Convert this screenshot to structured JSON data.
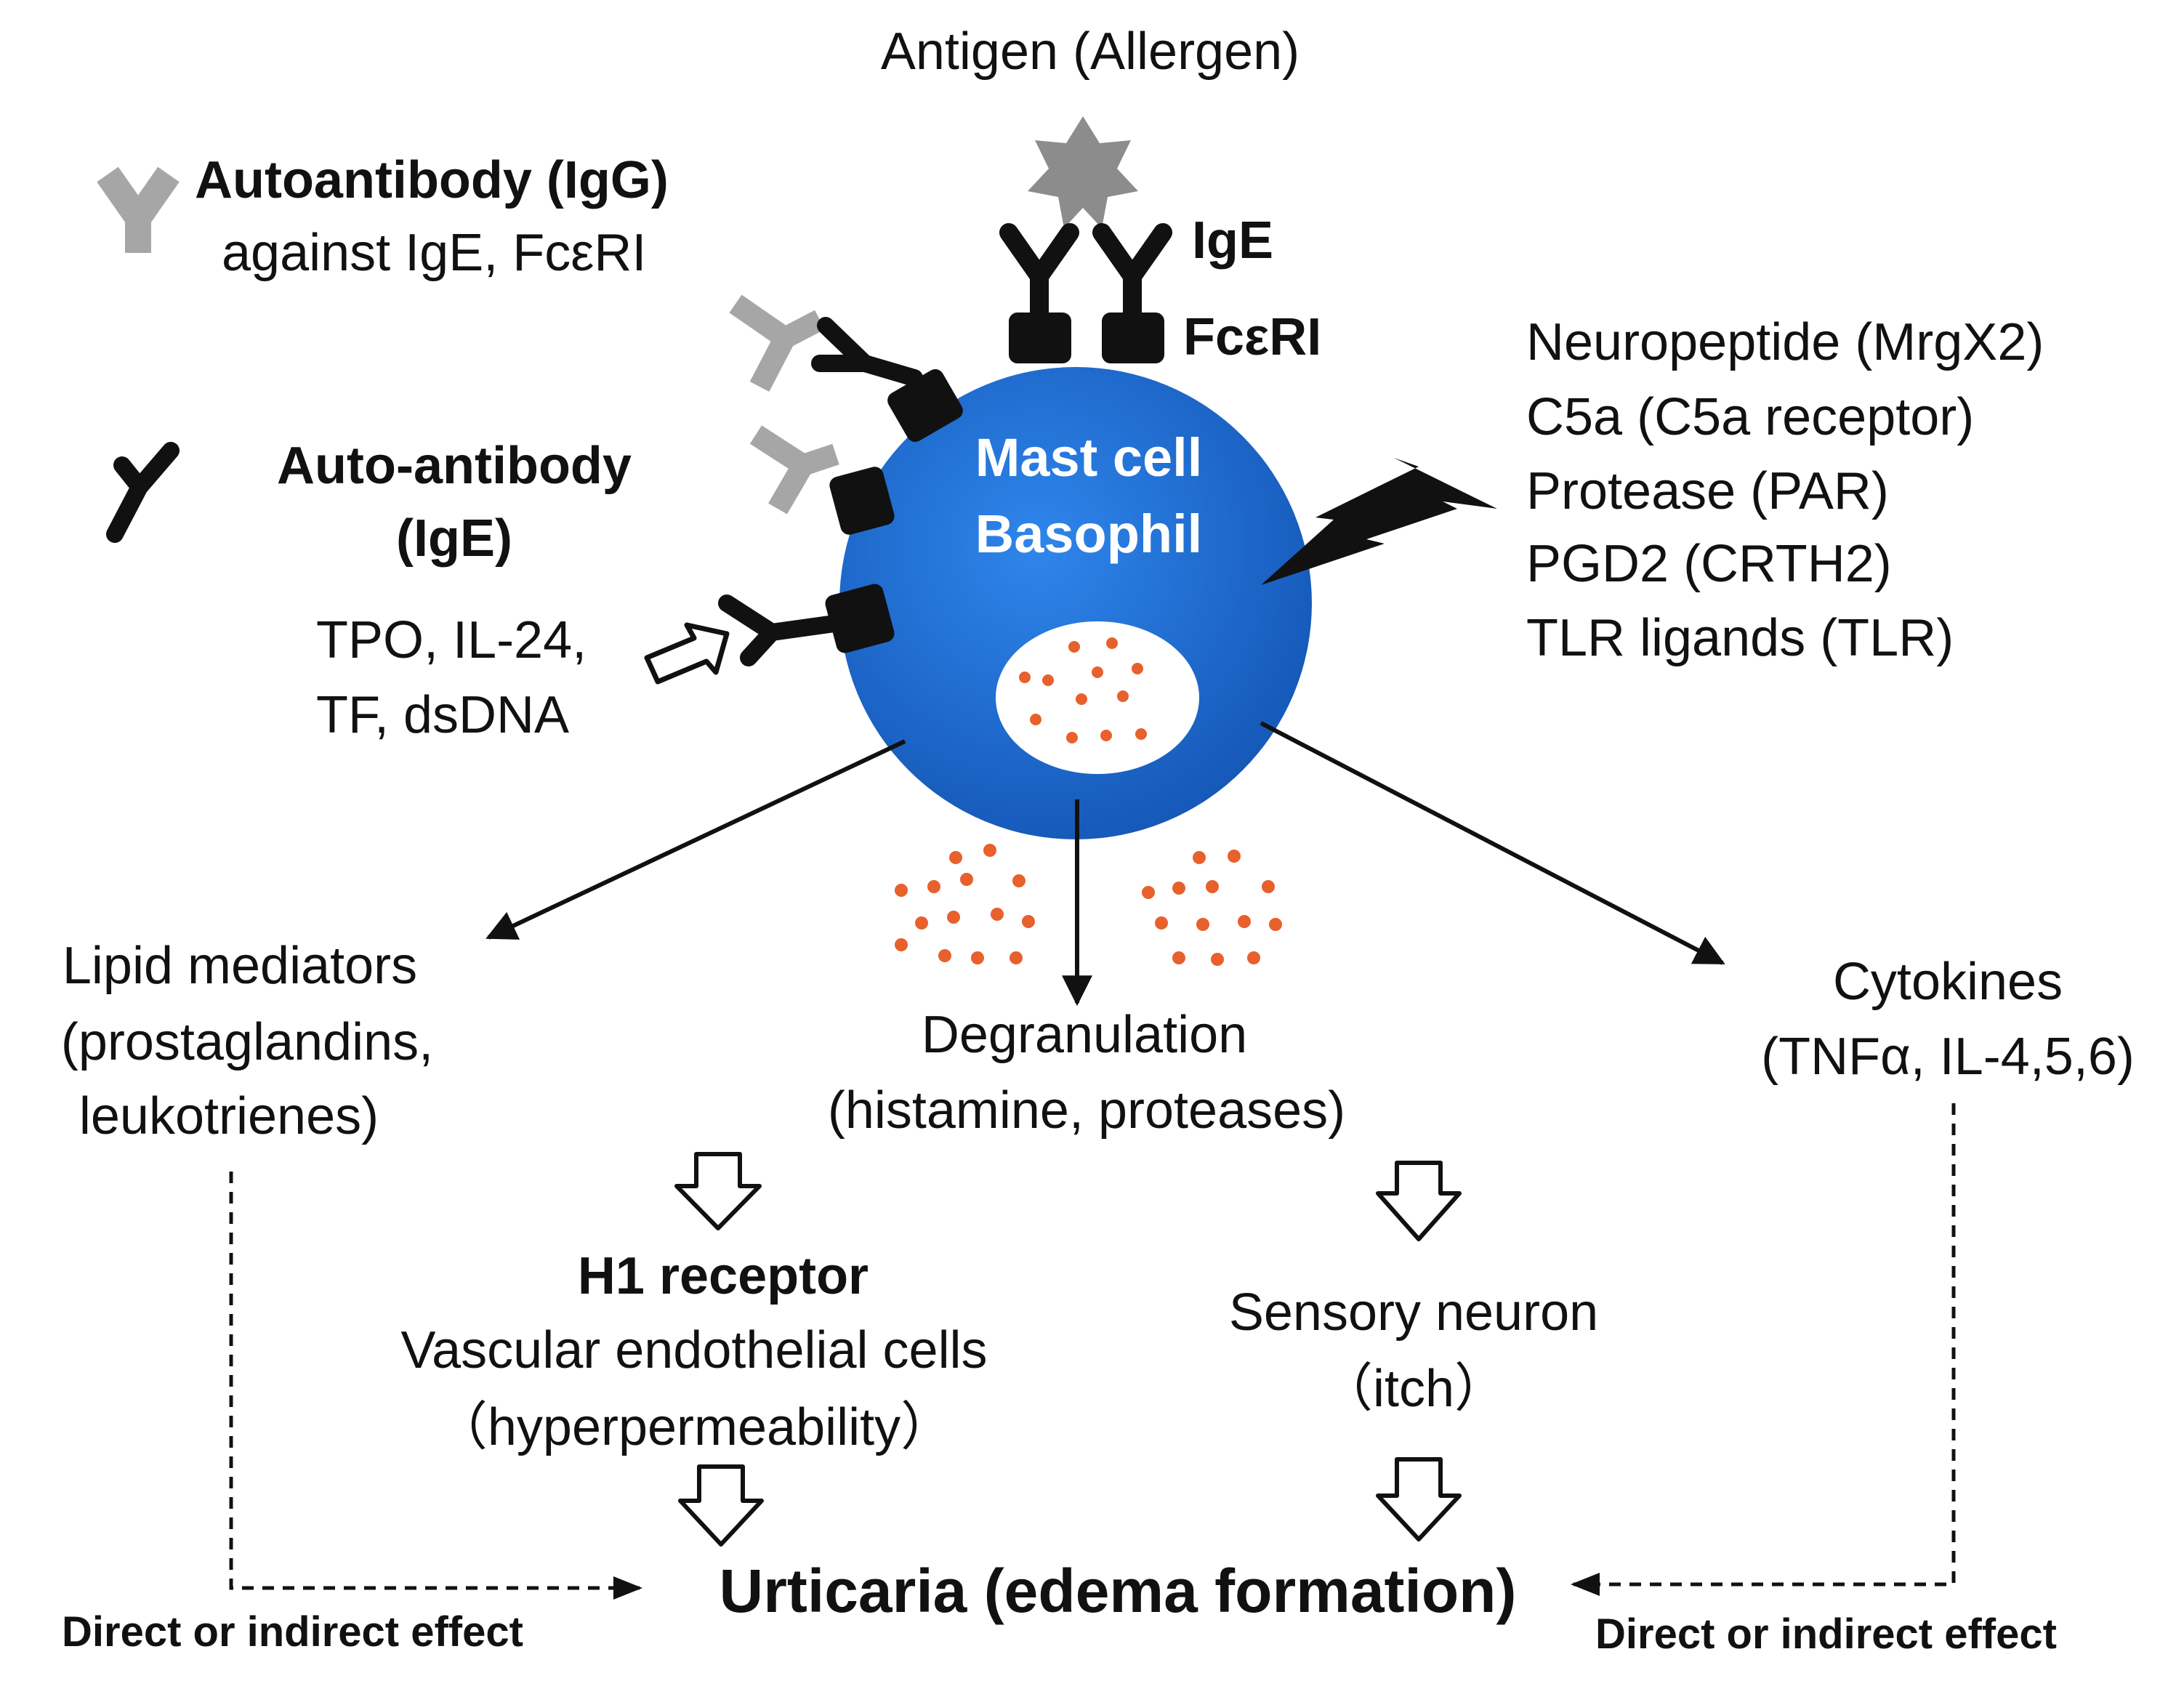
{
  "antigen": {
    "label": "Antigen (Allergen)"
  },
  "ige_label": "IgE",
  "fceri_label": "FcεRI",
  "autoantibody_igg": {
    "title": "Autoantibody (IgG)",
    "subtitle": "against IgE, FcεRI"
  },
  "autoantibody_ige": {
    "title_line1": "Auto-antibody",
    "title_line2": "(IgE)",
    "targets_line1": "TPO, IL-24,",
    "targets_line2": "TF, dsDNA"
  },
  "cell": {
    "line1": "Mast cell",
    "line2": "Basophil"
  },
  "stimuli": [
    "Neuropeptide  (MrgX2)",
    "C5a  (C5a receptor)",
    "Protease  (PAR)",
    "PGD2  (CRTH2)",
    "TLR ligands  (TLR)"
  ],
  "lipid": {
    "line1": "Lipid mediators",
    "line2": "(prostaglandins,",
    "line3": "leukotrienes)"
  },
  "degranulation": {
    "line1": "Degranulation",
    "line2": "(histamine, proteases)"
  },
  "cytokines": {
    "line1": "Cytokines",
    "line2": "(TNFα, IL-4,5,6)"
  },
  "h1": {
    "title": "H1 receptor",
    "line1": "Vascular endothelial cells",
    "line2": "（hyperpermeability）"
  },
  "sensory": {
    "line1": "Sensory neuron",
    "line2": "（itch）"
  },
  "outcome": "Urticaria (edema formation)",
  "effect_left": "Direct or indirect effect",
  "effect_right": "Direct or indirect effect",
  "colors": {
    "cell": "#1f6fd1",
    "granule": "#e8602c",
    "antibody_gray": "#a6a6a6",
    "receptor": "#111111"
  }
}
